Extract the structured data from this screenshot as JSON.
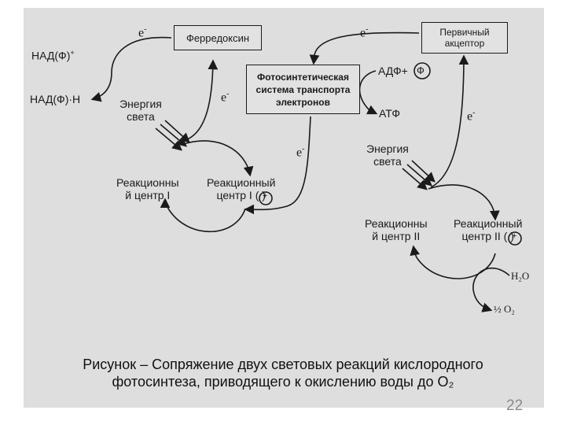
{
  "diagram": {
    "ferredoxin": "Ферредоксин",
    "primary_acceptor": "Первичный\nакцептор",
    "transport_system": "Фотосинтетическая\nсистема транспорта\nэлектронов",
    "nadp_plus": "НАД(Ф)",
    "nadp_plus_sup": "+",
    "nadph": "НАД(Ф)·Н",
    "electron": "e",
    "electron_sup": "-",
    "light_energy_1": "Энергия\nсвета",
    "light_energy_2": "Энергия\nсвета",
    "rc1_left": "Реакционны\nй центр I",
    "rc1_right": "Реакционный\nцентр I (   )",
    "rc2_left": "Реакционны\nй центр II",
    "rc2_right": "Реакционный\nцентр II (   )",
    "plus_sign": "+",
    "adp_phosphate": "АДФ+",
    "phosphate": "Ф",
    "atp": "АТФ",
    "water": "H₂O",
    "oxygen": "½ O₂"
  },
  "caption": {
    "line1": "Рисунок – Сопряжение двух световых реакций кислородного",
    "line2": "фотосинтеза, приводящего к окислению воды до O₂"
  },
  "slide_number": "22"
}
